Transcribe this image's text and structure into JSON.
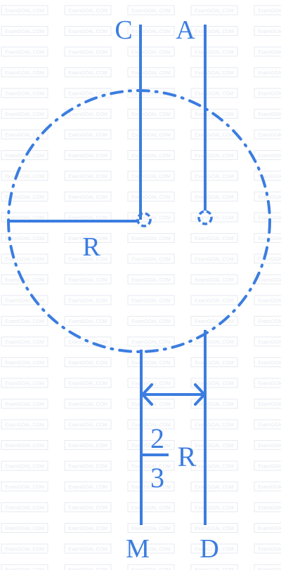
{
  "watermark": {
    "text": "ExamGOAL.COM"
  },
  "colors": {
    "stroke": "#3b7de0",
    "watermark": "#e4e8ef"
  },
  "labels": {
    "C": "C",
    "A": "A",
    "R": "R",
    "M": "M",
    "D": "D",
    "frac_num": "2",
    "frac_den": "3",
    "frac_R": "R"
  }
}
